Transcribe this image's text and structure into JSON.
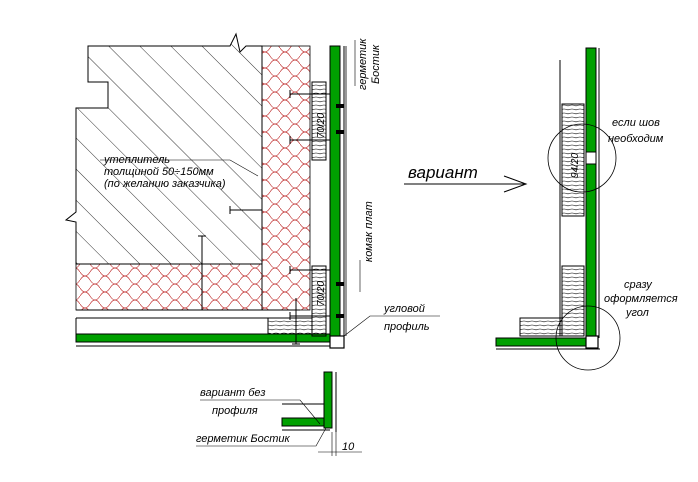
{
  "labels": {
    "insulation_line1": "утеплитель",
    "insulation_line2": "толщиной 50÷150мм",
    "insulation_line3": "(по желанию заказчика)",
    "sealant_top_line1": "герметик",
    "sealant_top_line2": "Бостик",
    "dim_top": "70/20",
    "dim_bottom": "70/20",
    "board_label": "комак плат",
    "corner_line1": "угловой",
    "corner_line2": "профиль",
    "variant": "вариант",
    "seam_line1": "если шов",
    "seam_line2": "необходим",
    "dim_right": "94/20",
    "corner_right_line1": "сразу",
    "corner_right_line2": "оформляется",
    "corner_right_line3": "угол",
    "no_profile_line1": "вариант без",
    "no_profile_line2": "профиля",
    "sealant_bottom": "герметик Бостик",
    "dim_ten": "10"
  },
  "colors": {
    "panel_green": "#00a000",
    "line": "#000000",
    "insulation": "#c03030"
  }
}
